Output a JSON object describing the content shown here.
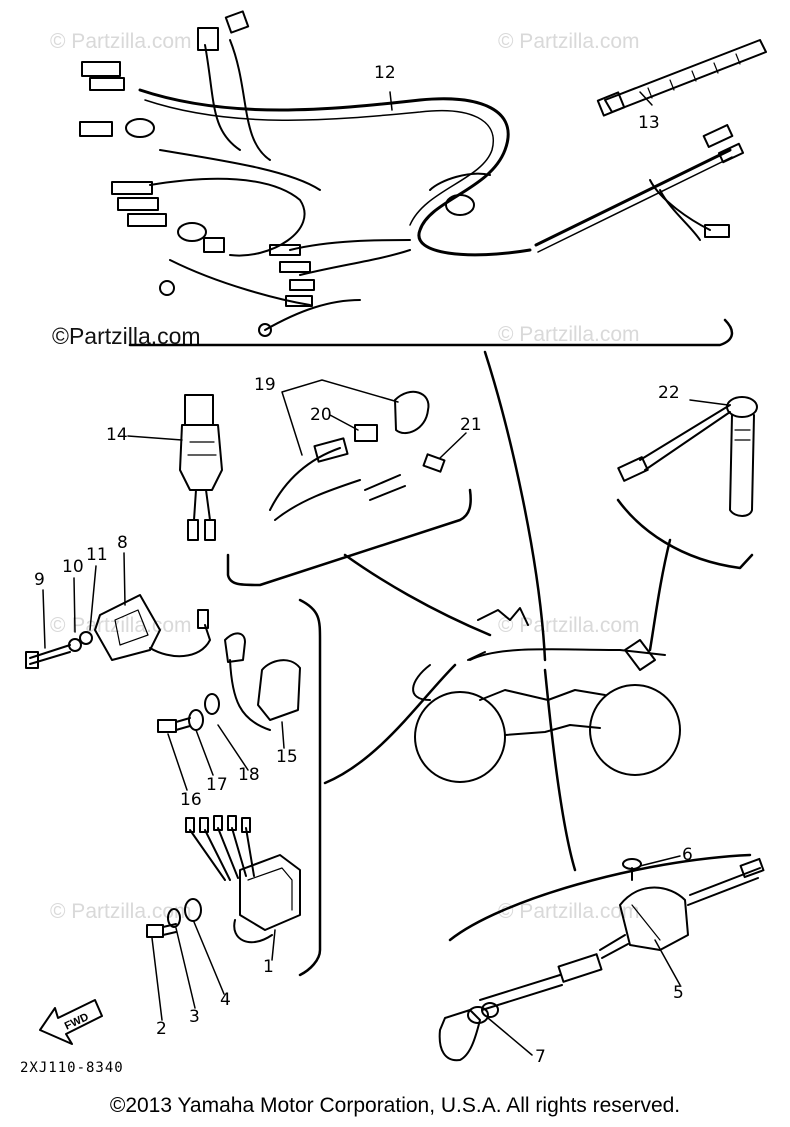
{
  "watermarks": {
    "top_left": "© Partzilla.com",
    "top_right": "© Partzilla.com",
    "main": "©Partzilla.com",
    "mid_right": "© Partzilla.com",
    "center": "© Partzilla.com",
    "lower_right": "© Partzilla.com",
    "lower_left": "© Partzilla.com",
    "bottom_right": "© Partzilla.com"
  },
  "callouts": {
    "c1": "1",
    "c2": "2",
    "c3": "3",
    "c4": "4",
    "c5": "5",
    "c6": "6",
    "c7": "7",
    "c8": "8",
    "c9": "9",
    "c10": "10",
    "c11": "11",
    "c12": "12",
    "c13": "13",
    "c14": "14",
    "c15": "15",
    "c16": "16",
    "c17": "17",
    "c18": "18",
    "c19": "19",
    "c20": "20",
    "c21": "21",
    "c22": "22"
  },
  "diagram_code": "2XJ110-8340",
  "fwd_label": "FWD",
  "copyright": "©2013  Yamaha Motor Corporation, U.S.A. All rights reserved.",
  "colors": {
    "ink": "#000000",
    "watermark": "#d9d9d9",
    "background": "#ffffff"
  }
}
